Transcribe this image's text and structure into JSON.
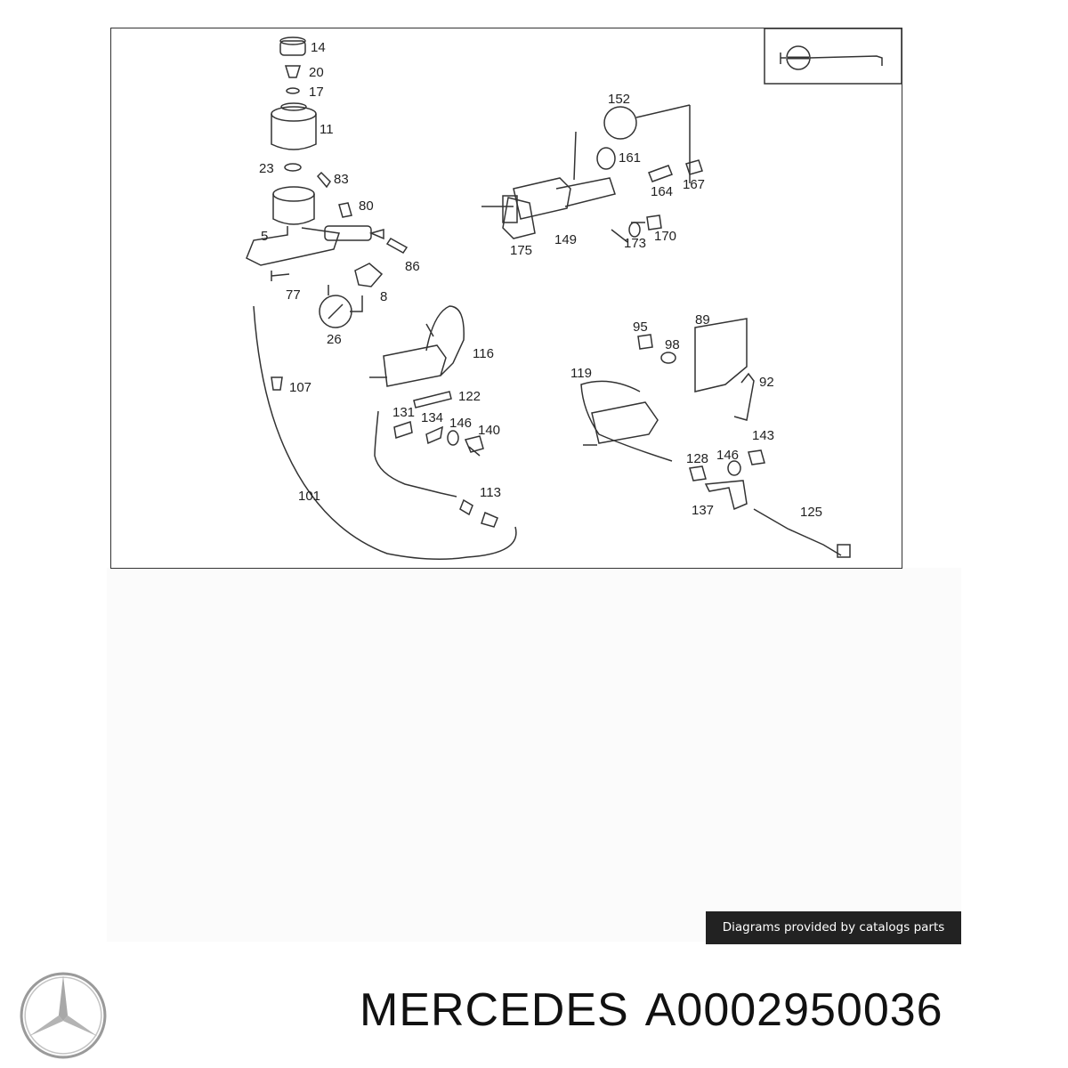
{
  "diagram": {
    "callouts": [
      "14",
      "20",
      "17",
      "11",
      "23",
      "83",
      "80",
      "5",
      "86",
      "77",
      "8",
      "26",
      "152",
      "161",
      "164",
      "167",
      "175",
      "149",
      "173",
      "170",
      "116",
      "107",
      "122",
      "131",
      "134",
      "146",
      "140",
      "101",
      "113",
      "95",
      "89",
      "98",
      "119",
      "92",
      "128",
      "146",
      "143",
      "137",
      "125"
    ]
  },
  "credit": "Diagrams provided by catalogs parts",
  "brand": "MERCEDES",
  "part_number": "A0002950036",
  "colors": {
    "line": "#333333",
    "credit_bg": "#222222",
    "logo": "#9a9a9a"
  }
}
